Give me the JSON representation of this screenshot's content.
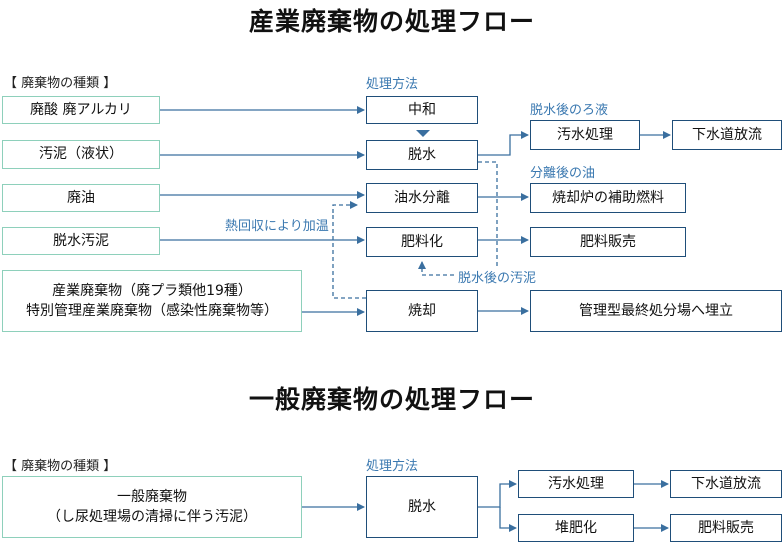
{
  "industrial": {
    "title": "産業廃棄物の処理フロー",
    "types_heading": "【 廃棄物の種類 】",
    "method_heading": "処理方法",
    "sources": {
      "acid_alkali": "廃酸 廃アルカリ",
      "sludge_liquid": "汚泥（液状）",
      "waste_oil": "廃油",
      "dewatered_sludge": "脱水汚泥",
      "plastics_line1": "産業廃棄物（廃プラ類他19種）",
      "plastics_line2": "特別管理産業廃棄物（感染性廃棄物等）"
    },
    "methods": {
      "neutralize": "中和",
      "dewater": "脱水",
      "oil_separation": "油水分離",
      "composting": "肥料化",
      "incineration": "焼却"
    },
    "outputs": {
      "sewage_treatment": "汚水処理",
      "sewer_discharge": "下水道放流",
      "incinerator_fuel": "焼却炉の補助燃料",
      "fertilizer_sales": "肥料販売",
      "landfill": "管理型最終処分場へ埋立"
    },
    "annotations": {
      "filtrate": "脱水後のろ液",
      "separated_oil": "分離後の油",
      "heat_recovery": "熱回収により加温",
      "dewatered_sludge_note": "脱水後の汚泥"
    }
  },
  "general": {
    "title": "一般廃棄物の処理フロー",
    "types_heading": "【 廃棄物の種類 】",
    "method_heading": "処理方法",
    "source_line1": "一般廃棄物",
    "source_line2": "（し尿処理場の清掃に伴う汚泥）",
    "method_dewater": "脱水",
    "outputs": {
      "sewage_treatment": "汚水処理",
      "sewer_discharge": "下水道放流",
      "composting": "堆肥化",
      "fertilizer_sales": "肥料販売"
    }
  },
  "colors": {
    "source_border": "#8ed0bb",
    "box_border": "#1f4e79",
    "arrow": "#3a6f9f",
    "annotation_text": "#3a78b0"
  }
}
